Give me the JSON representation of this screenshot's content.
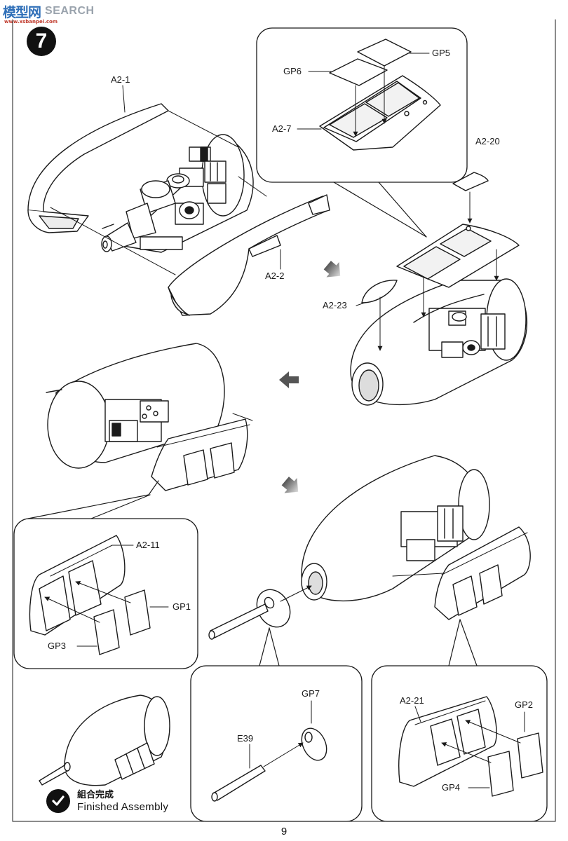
{
  "watermark": {
    "logo": "模型网",
    "brand": "SEARCH",
    "url": "www.xsbanpei.com"
  },
  "step": {
    "number": "7"
  },
  "parts": {
    "a2_1": "A2-1",
    "a2_2": "A2-2",
    "a2_7": "A2-7",
    "a2_11": "A2-11",
    "a2_20": "A2-20",
    "a2_21": "A2-21",
    "a2_23": "A2-23",
    "gp1": "GP1",
    "gp2": "GP2",
    "gp3": "GP3",
    "gp4": "GP4",
    "gp5": "GP5",
    "gp6": "GP6",
    "gp7": "GP7",
    "e39": "E39"
  },
  "finished": {
    "chinese": "組合完成",
    "english": "Finished Assembly"
  },
  "page_number": "9",
  "icons": [
    "check-icon",
    "step-arrow-icon"
  ]
}
